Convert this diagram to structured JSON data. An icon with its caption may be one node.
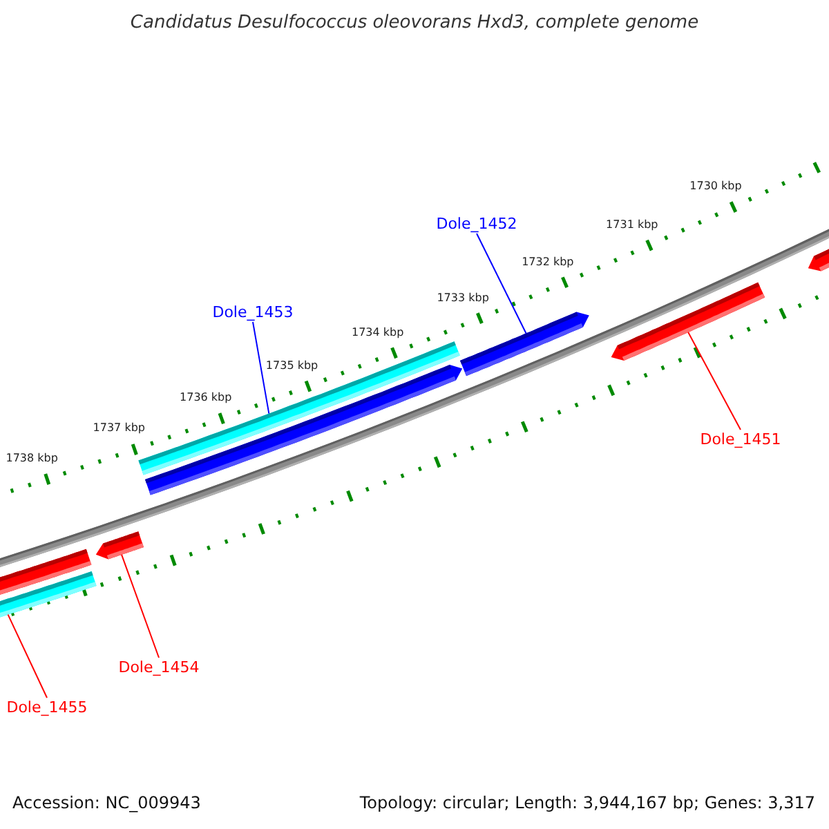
{
  "diagram": {
    "title": "Candidatus Desulfococcus oleovorans Hxd3, complete genome",
    "nodes": [
      {
        "text": [
          "Dole_1452"
        ]
      },
      {
        "text": [
          "Dole_1453"
        ]
      },
      {
        "text": [
          "Dole_1451"
        ]
      },
      {
        "text": [
          "Dole_1454"
        ]
      },
      {
        "text": [
          "Dole_1455"
        ]
      },
      {
        "text": [],
        "shape": "bar"
      },
      {
        "text": [],
        "shape": "bar"
      },
      {
        "text": [],
        "shape": "arrow"
      },
      {
        "text": [],
        "shape": "bar"
      },
      {
        "text": [],
        "shape": "arrow"
      },
      {
        "text": [],
        "shape": "arrow"
      },
      {
        "text": [],
        "shape": "arrow"
      },
      {
        "text": [],
        "shape": "arrow"
      }
    ],
    "edges": [
      {
        "from": 0,
        "to": 10,
        "arrow": "none",
        "color": "#0000ff"
      },
      {
        "from": 1,
        "to": 8,
        "arrow": "none",
        "color": "#0000ff"
      },
      {
        "from": 2,
        "to": 11,
        "arrow": "none"
      },
      {
        "from": 3,
        "to": 7,
        "arrow": "none"
      },
      {
        "from": 4,
        "to": 6,
        "arrow": "none"
      }
    ],
    "labels": [
      "1730 kbp",
      "1731 kbp",
      "1732 kbp",
      "1733 kbp",
      "1734 kbp",
      "1735 kbp",
      "1736 kbp",
      "1737 kbp",
      "1738 kbp",
      "Accession: NC_009943",
      "Topology: circular; Length: 3,944,167 bp; Genes: 3,317"
    ]
  }
}
